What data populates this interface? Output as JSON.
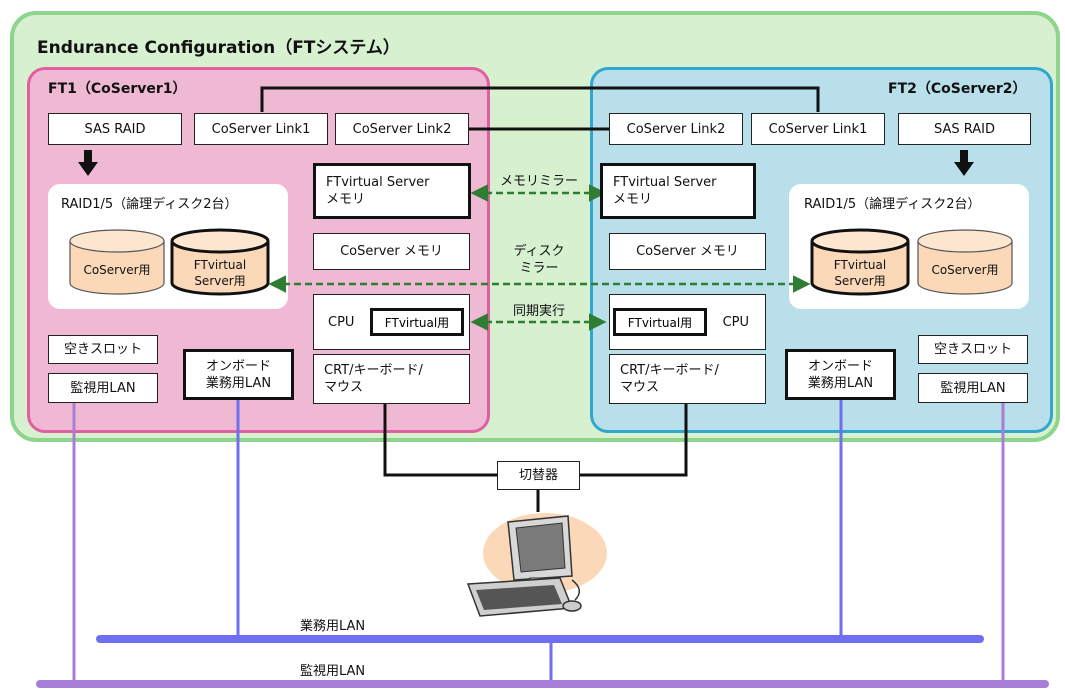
{
  "title": "Endurance Configuration（FTシステム）",
  "ft1": {
    "header": "FT1（CoServer1）",
    "sas_raid": "SAS RAID",
    "link1": "CoServer Link1",
    "link2": "CoServer Link2",
    "raid_label": "RAID1/5（論理ディスク2台）",
    "disk_coserver": "CoServer用",
    "disk_ftvirtual_1": "FTvirtual",
    "disk_ftvirtual_2": "Server用",
    "ftv_memory_1": "FTvirtual Server",
    "ftv_memory_2": "メモリ",
    "coserver_memory": "CoServer メモリ",
    "cpu": "CPU",
    "cpu_ftv": "FTvirtual用",
    "crt_1": "CRT/キーボード/",
    "crt_2": "マウス",
    "empty_slot": "空きスロット",
    "monitor_lan": "監視用LAN",
    "onboard_1": "オンボード",
    "onboard_2": "業務用LAN"
  },
  "ft2": {
    "header": "FT2（CoServer2）",
    "sas_raid": "SAS RAID",
    "link1": "CoServer Link1",
    "link2": "CoServer Link2",
    "raid_label": "RAID1/5（論理ディスク2台）",
    "disk_coserver": "CoServer用",
    "disk_ftvirtual_1": "FTvirtual",
    "disk_ftvirtual_2": "Server用",
    "ftv_memory_1": "FTvirtual Server",
    "ftv_memory_2": "メモリ",
    "coserver_memory": "CoServer メモリ",
    "cpu": "CPU",
    "cpu_ftv": "FTvirtual用",
    "crt_1": "CRT/キーボード/",
    "crt_2": "マウス",
    "empty_slot": "空きスロット",
    "monitor_lan": "監視用LAN",
    "onboard_1": "オンボード",
    "onboard_2": "業務用LAN"
  },
  "mirror": {
    "memory": "メモリミラー",
    "disk_1": "ディスク",
    "disk_2": "ミラー",
    "sync": "同期実行"
  },
  "switch": "切替器",
  "business_lan": "業務用LAN",
  "monitoring_lan": "監視用LAN",
  "colors": {
    "outer_fill": "#d6f0d0",
    "ft1_fill": "#efb9d4",
    "ft2_fill": "#b9dfea",
    "business_lan_line": "#6f6ff0",
    "monitoring_lan_line": "#a87ed8",
    "mirror_arrow": "#2e7d32",
    "disk_fill": "#fbd9b8"
  }
}
